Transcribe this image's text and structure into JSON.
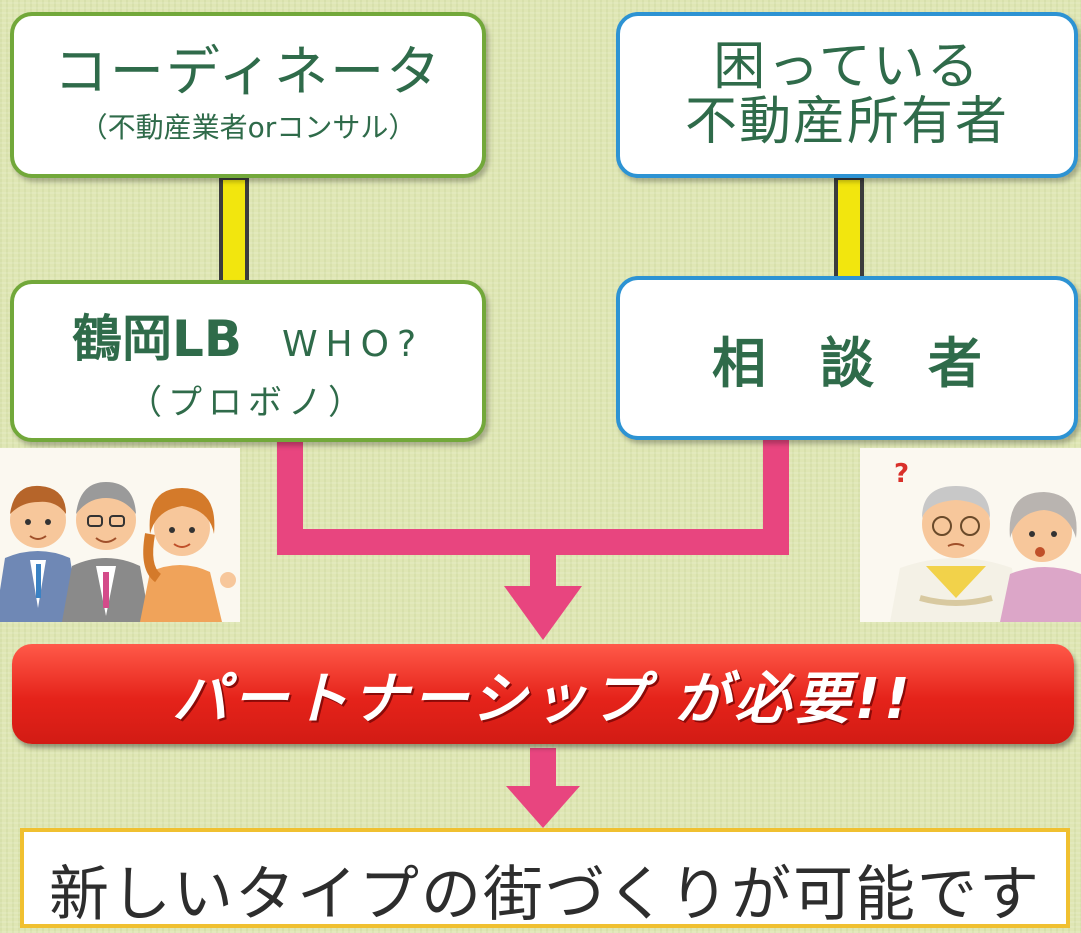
{
  "coordinator": {
    "title": "コーディネータ",
    "subtitle": "（不動産業者orコンサル）"
  },
  "owner": {
    "line1": "困っている",
    "line2": "不動産所有者"
  },
  "tsuruoka": {
    "title": "鶴岡LB",
    "who": "WHO?",
    "subtitle": "（プロボノ）"
  },
  "consultant": {
    "title": "相　談　者"
  },
  "banner": {
    "text": "パートナーシップ が必要!!"
  },
  "result": {
    "text": "新しいタイプの街づくりが可能です"
  },
  "colors": {
    "green_border": "#72a83a",
    "blue_border": "#2d93d3",
    "connector_yellow": "#f2e60e",
    "flow_pink": "#e8457f",
    "banner_red": "#e5231a",
    "result_border": "#f0c030"
  },
  "illustrations": {
    "left": "professionals-group-illustration",
    "right": "worried-elderly-couple-illustration"
  }
}
